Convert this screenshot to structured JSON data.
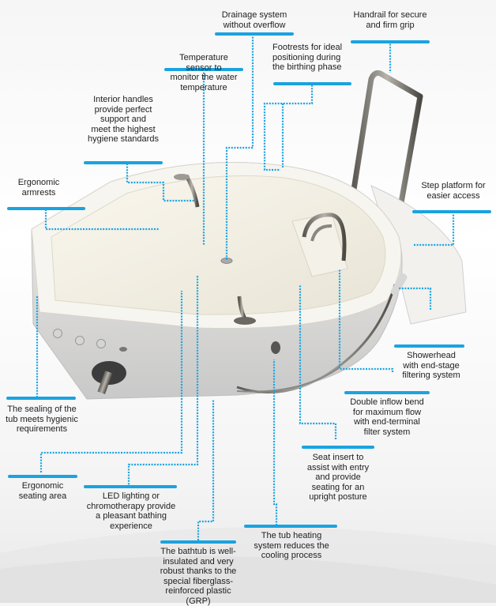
{
  "diagram": {
    "subject": "Birthing bathtub with annotated features",
    "accent_color": "#1aa3e0",
    "labels": [
      {
        "id": "drainage",
        "text": "Drainage system\nwithout overflow"
      },
      {
        "id": "handrail",
        "text": "Handrail for secure\nand firm grip"
      },
      {
        "id": "footrests",
        "text": "Footrests for ideal\npositioning during\nthe birthing phase"
      },
      {
        "id": "temperature",
        "text": "Temperature\nsensor to\nmonitor the water\ntemperature"
      },
      {
        "id": "interior_handles",
        "text": "Interior handles\nprovide perfect\nsupport and\nmeet the highest\nhygiene standards"
      },
      {
        "id": "armrests",
        "text": "Ergonomic\narmrests"
      },
      {
        "id": "step_platform",
        "text": "Step platform for\neasier access"
      },
      {
        "id": "showerhead",
        "text": "Showerhead\nwith end-stage\nfiltering system"
      },
      {
        "id": "inflow_bend",
        "text": "Double inflow bend\nfor maximum flow\nwith end-terminal\nfilter system"
      },
      {
        "id": "sealing",
        "text": "The sealing of the\ntub meets hygienic\nrequirements"
      },
      {
        "id": "seat_insert",
        "text": "Seat insert to\nassist with entry\nand provide\nseating for an\nupright posture"
      },
      {
        "id": "seating_area",
        "text": "Ergonomic\nseating area"
      },
      {
        "id": "led",
        "text": "LED lighting or\nchromotherapy provide\na pleasant bathing\nexperience"
      },
      {
        "id": "heating",
        "text": "The tub heating\nsystem reduces the\ncooling process"
      },
      {
        "id": "insulation",
        "text": "The bathtub is well-\ninsulated and very\nrobust thanks to the\nspecial fiberglass-\nreinforced plastic\n(GRP)"
      }
    ]
  }
}
